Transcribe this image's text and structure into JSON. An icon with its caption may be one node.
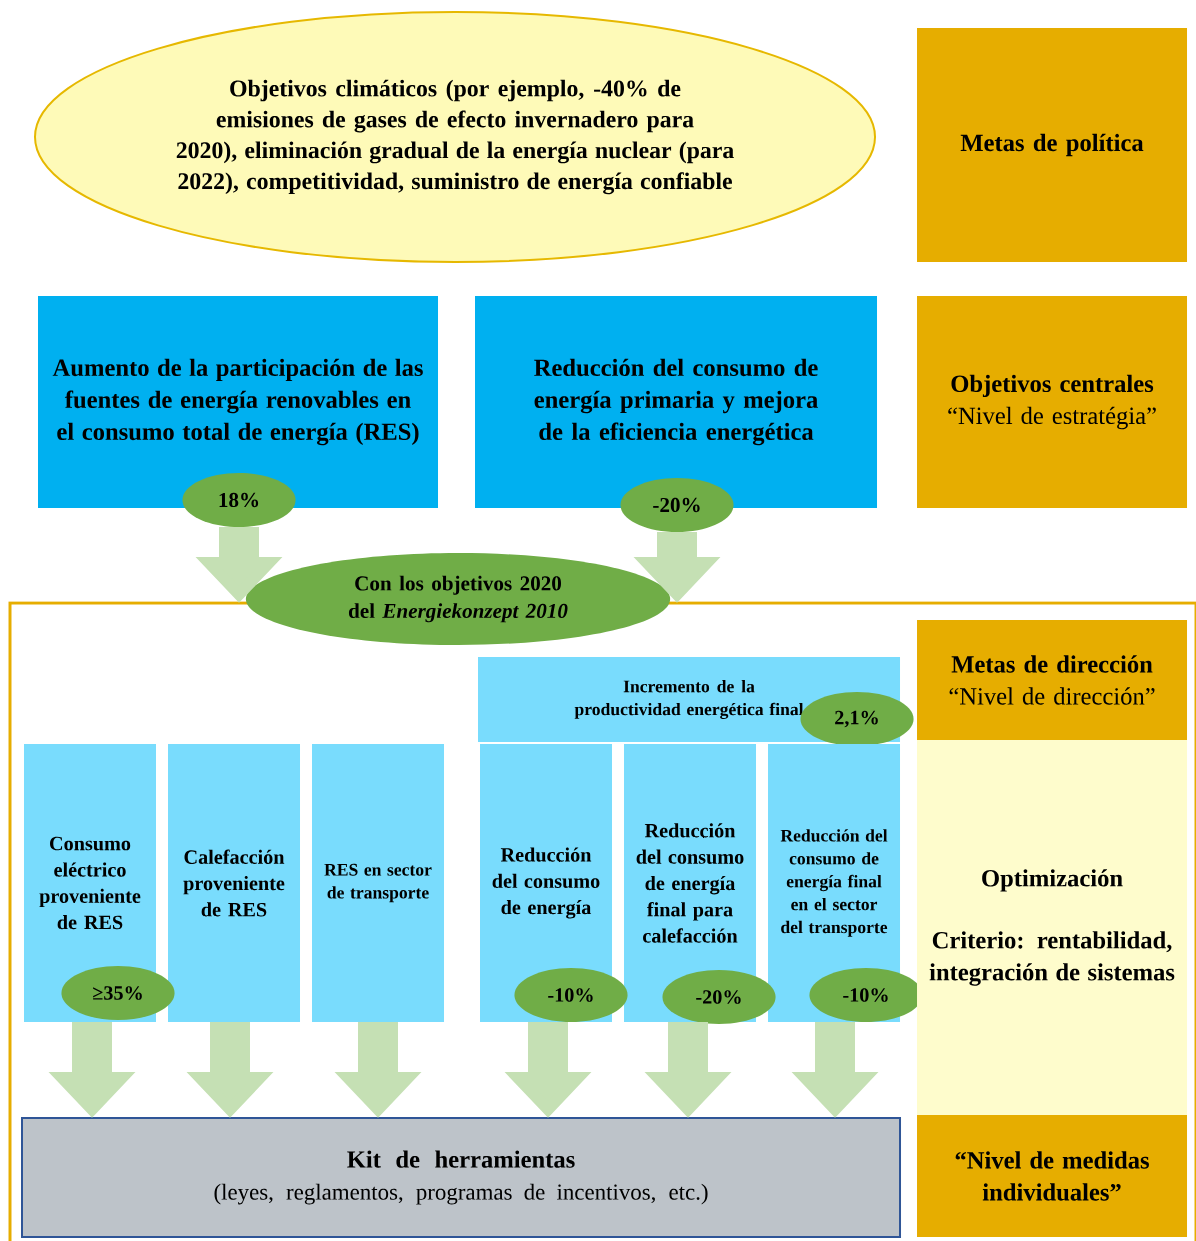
{
  "diagram": {
    "nodes": [
      {
        "text": [
          "Objetivos climáticos (por ejemplo, -40% de emisiones de gases de efecto invernadero para 2020), eliminación gradual de la energía nuclear (para 2022), competitividad, suministro de energía confiable"
        ]
      },
      {
        "text": [
          "Metas de política"
        ]
      },
      {
        "text": [
          "Aumento de la participación de las fuentes de energía renovables en el consumo total de energía (RES)"
        ]
      },
      {
        "text": [
          "Reducción del consumo de energía primaria y mejora de la eficiencia energética"
        ]
      },
      {
        "text": [
          "Objetivos centrales",
          "“Nivel de estratégia”"
        ]
      },
      {
        "text": [
          "18%"
        ]
      },
      {
        "text": [
          "-20%"
        ]
      },
      {
        "text": [
          "Con los objetivos 2020 del *Energiekonzept 2010*"
        ]
      },
      {
        "text": [],
        "shape": "box"
      },
      {
        "text": [
          "Metas de dirección",
          "“Nivel de dirección”"
        ],
        "in": 8
      },
      {
        "text": [
          "Incremento de la productividad energética final"
        ],
        "in": 8
      },
      {
        "text": [
          "2,1%"
        ],
        "in": 8
      },
      {
        "text": [
          "Consumo eléctrico proveniente de RES"
        ],
        "in": 8
      },
      {
        "text": [
          "Calefacción proveniente de RES"
        ],
        "in": 8
      },
      {
        "text": [
          "RES en sector de transporte"
        ],
        "in": 8
      },
      {
        "text": [
          "Reducción del consumo de energía"
        ],
        "in": 8
      },
      {
        "text": [
          "Reducción del consumo de energía final para calefacción"
        ],
        "in": 8
      },
      {
        "text": [
          "Reducción del consumo de energía final en el sector del transporte"
        ],
        "in": 8
      },
      {
        "text": [
          "≥35%"
        ],
        "in": 8
      },
      {
        "text": [
          "-10%"
        ],
        "in": 8
      },
      {
        "text": [
          "-20%"
        ],
        "in": 8
      },
      {
        "text": [
          "-10%"
        ],
        "in": 8
      },
      {
        "text": [
          "Optimización",
          "Criterio: rentabilidad, integración de sistemas"
        ],
        "in": 8
      },
      {
        "text": [
          "Kit de herramientas",
          "(leyes, reglamentos, programas de incentivos, etc.)"
        ],
        "in": 8
      },
      {
        "text": [
          "“Nivel de medidas individuales”"
        ],
        "in": 8
      }
    ],
    "edges": [
      {
        "from": 5,
        "to": 8,
        "arrow": "to"
      },
      {
        "from": 6,
        "to": 8,
        "arrow": "to"
      },
      {
        "from": 12,
        "to": 23,
        "arrow": "to"
      },
      {
        "from": 13,
        "to": 23,
        "arrow": "to"
      },
      {
        "from": 14,
        "to": 23,
        "arrow": "to"
      },
      {
        "from": 15,
        "to": 23,
        "arrow": "to"
      },
      {
        "from": 16,
        "to": 23,
        "arrow": "to"
      },
      {
        "from": 17,
        "to": 23,
        "arrow": "to"
      }
    ]
  }
}
